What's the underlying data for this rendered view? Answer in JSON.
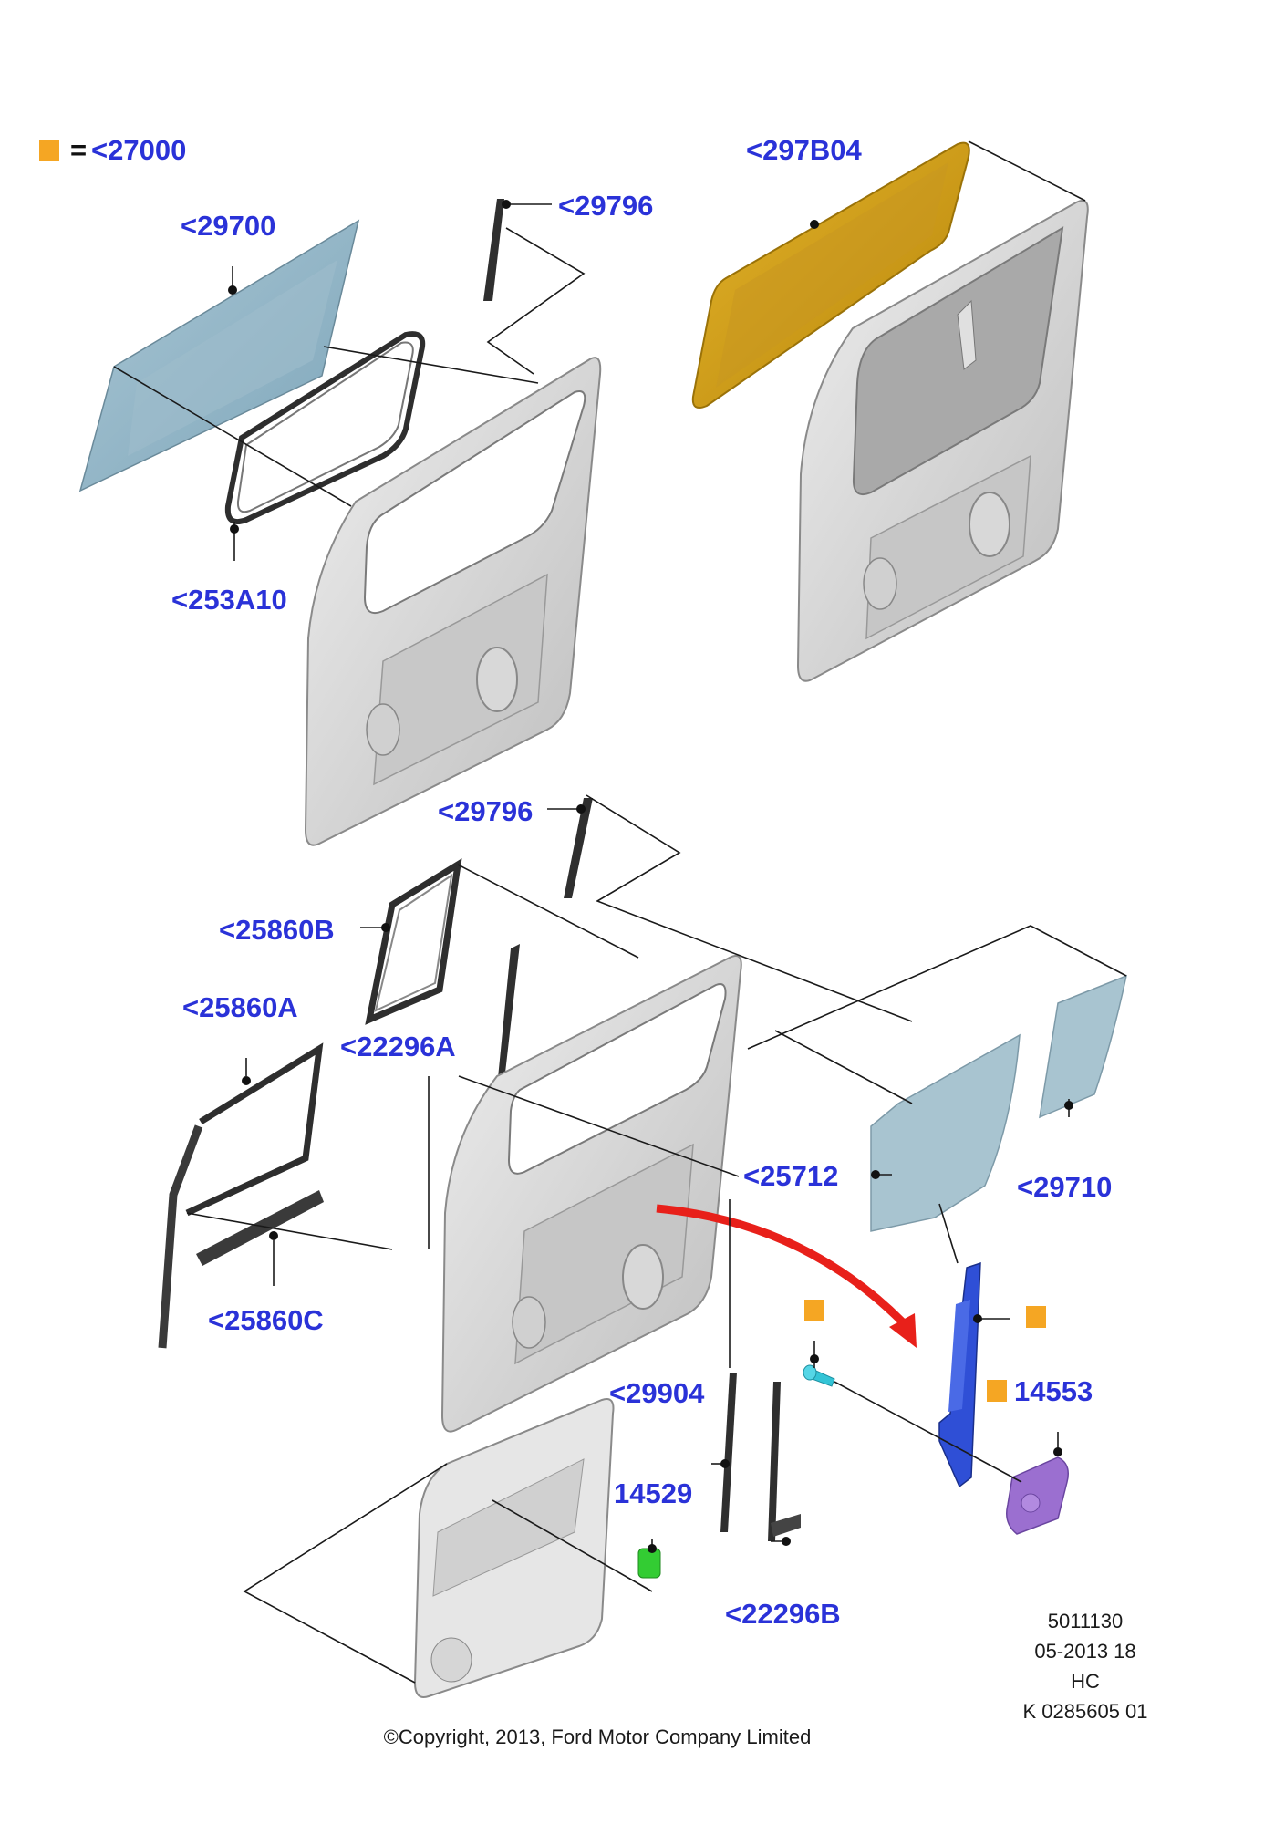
{
  "legend": {
    "swatch_color": "#f5a623",
    "equals": "=",
    "code": "<27000"
  },
  "callouts": {
    "c29700": "<29700",
    "c253A10": "<253A10",
    "c29796_top": "<29796",
    "c297B04": "<297B04",
    "c29796_mid": "<29796",
    "c25860B": "<25860B",
    "c25860A": "<25860A",
    "c22296A": "<22296A",
    "c25860C": "<25860C",
    "c25712": "<25712",
    "c29710": "<29710",
    "c29904": "<29904",
    "c14529": "14529",
    "c14553": "14553",
    "c22296B": "<22296B"
  },
  "info_block": {
    "line1": "5011130",
    "line2": "05-2013 18",
    "line3": "HC",
    "line4": "K 0285605 01"
  },
  "copyright": "©Copyright, 2013, Ford Motor Company Limited",
  "colors": {
    "callout_text": "#2a32d8",
    "marker": "#f5a623",
    "glass": "#8fb3c6",
    "seal": "#2e2e2e",
    "door_panel": "#d9d9d9",
    "regulator": "#2f4fd6",
    "motor": "#9b6fd0",
    "bolt": "#33c4d6",
    "clip": "#33cc33",
    "arrow": "#e8201a"
  }
}
